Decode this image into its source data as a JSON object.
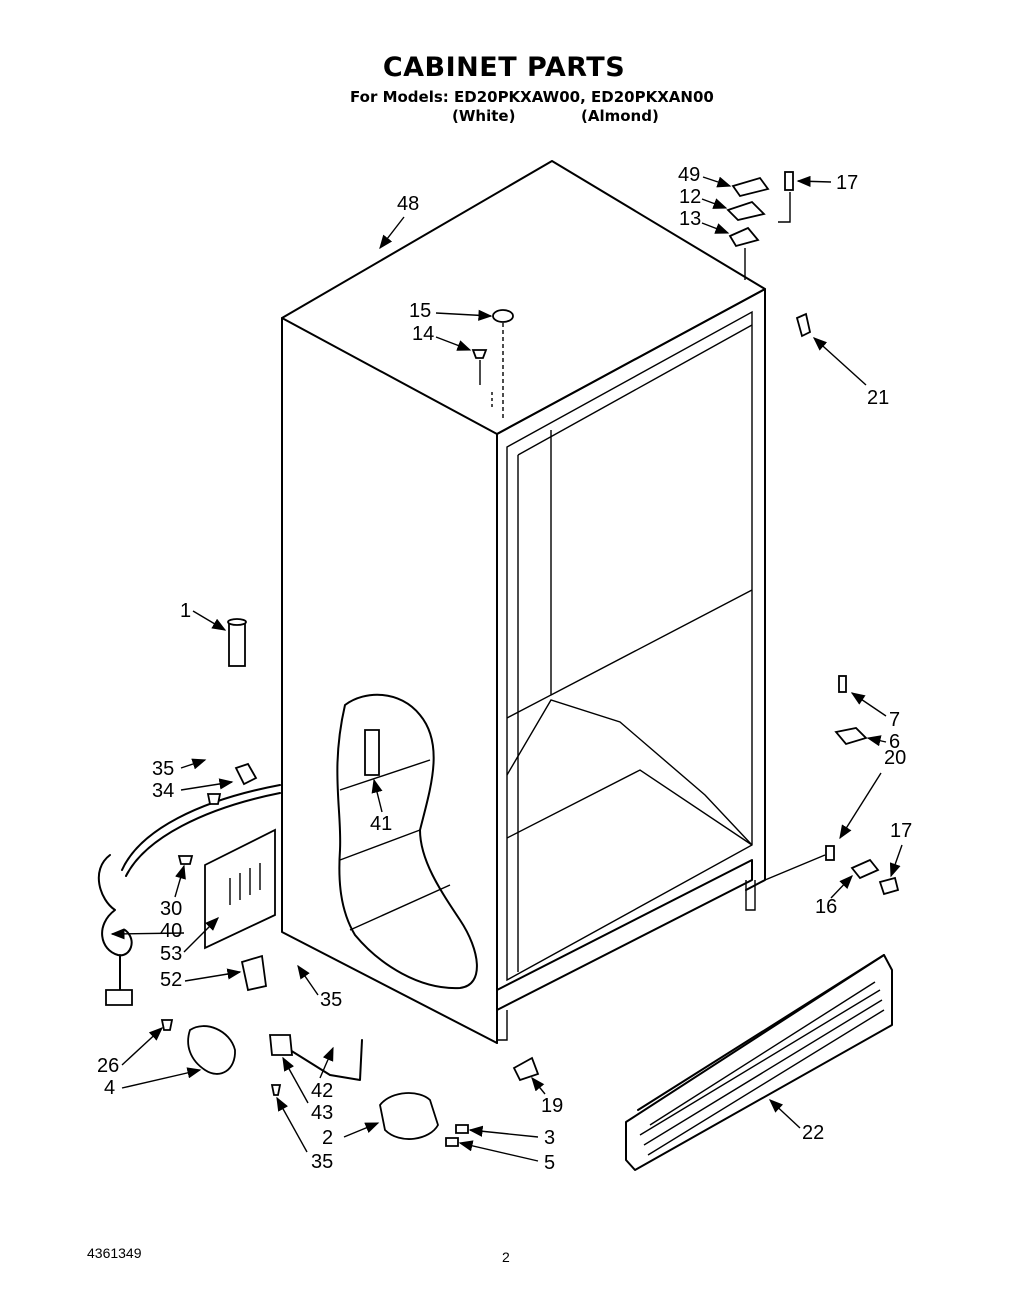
{
  "header": {
    "title": "CABINET PARTS",
    "models_line": "For Models: ED20PKXAW00, ED20PKXAN00",
    "color_white": "(White)",
    "color_almond": "(Almond)"
  },
  "footer": {
    "doc_number": "4361349",
    "page_number": "2"
  },
  "callouts": [
    "48",
    "49",
    "12",
    "13",
    "17",
    "15",
    "14",
    "21",
    "1",
    "7",
    "6",
    "35",
    "34",
    "41",
    "20",
    "17",
    "30",
    "40",
    "53",
    "16",
    "52",
    "35",
    "26",
    "4",
    "42",
    "43",
    "2",
    "3",
    "5",
    "35",
    "19",
    "22"
  ]
}
